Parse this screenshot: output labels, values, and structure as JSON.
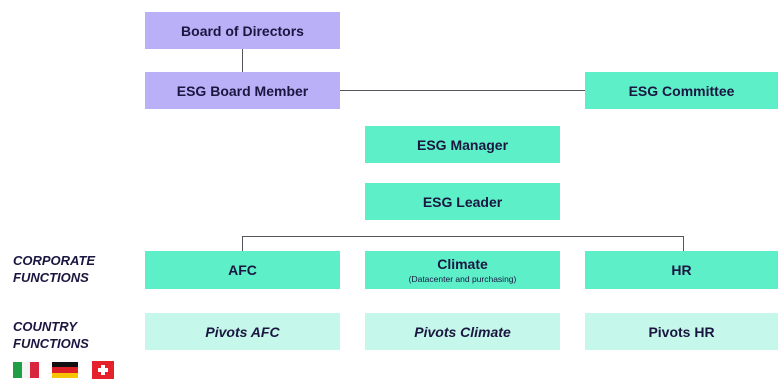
{
  "nodes": {
    "board_of_directors": "Board of Directors",
    "esg_board_member": "ESG Board Member",
    "esg_committee": "ESG Committee",
    "esg_manager": "ESG Manager",
    "esg_leader": "ESG Leader",
    "afc": "AFC",
    "climate": "Climate",
    "climate_sub": "(Datacenter and purchasing)",
    "hr": "HR",
    "pivots_afc": "Pivots AFC",
    "pivots_climate": "Pivots Climate",
    "pivots_hr": "Pivots HR"
  },
  "side_labels": {
    "corporate_line1": "CORPORATE",
    "corporate_line2": "FUNCTIONS",
    "country_line1": "COUNTRY",
    "country_line2": "FUNCTIONS"
  },
  "flags": [
    "italy-flag",
    "germany-flag",
    "switzerland-flag"
  ],
  "colors": {
    "purple": "#b9b0f7",
    "teal": "#5cefc8",
    "light_teal": "#c5f7ea",
    "text": "#1b1640"
  }
}
